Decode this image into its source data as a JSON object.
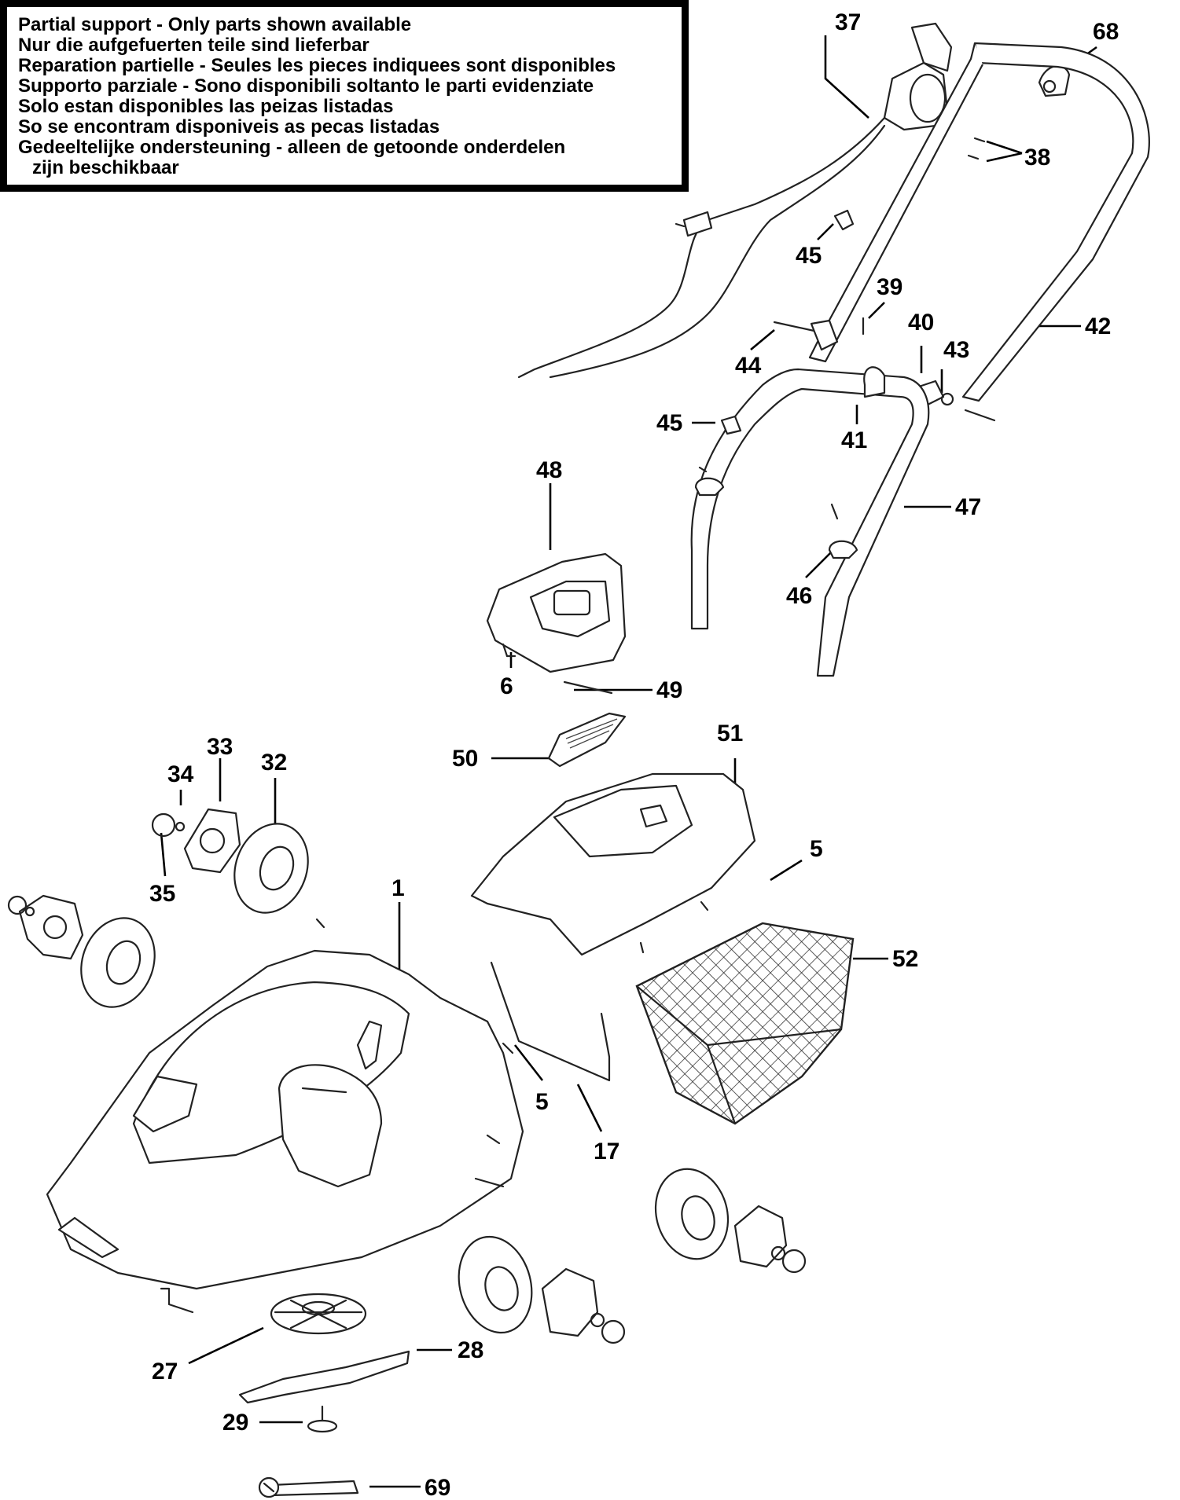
{
  "notice": {
    "lines": [
      "Partial support - Only parts shown available",
      "Nur die aufgefuerten teile sind lieferbar",
      "Reparation partielle - Seules les pieces indiquees sont disponibles",
      "Supporto parziale - Sono disponibili soltanto le parti evidenziate",
      "Solo estan disponibles las peizas listadas",
      "So se encontram disponiveis as pecas listadas",
      "Gedeeltelijke ondersteuning - alleen de getoonde onderdelen",
      "zijn beschikbaar"
    ]
  },
  "parts": [
    {
      "id": "37",
      "label": "37"
    },
    {
      "id": "68",
      "label": "68"
    },
    {
      "id": "38",
      "label": "38"
    },
    {
      "id": "45a",
      "label": "45"
    },
    {
      "id": "39",
      "label": "39"
    },
    {
      "id": "40",
      "label": "40"
    },
    {
      "id": "43",
      "label": "43"
    },
    {
      "id": "42",
      "label": "42"
    },
    {
      "id": "44",
      "label": "44"
    },
    {
      "id": "45b",
      "label": "45"
    },
    {
      "id": "41",
      "label": "41"
    },
    {
      "id": "47",
      "label": "47"
    },
    {
      "id": "46",
      "label": "46"
    },
    {
      "id": "48",
      "label": "48"
    },
    {
      "id": "6",
      "label": "6"
    },
    {
      "id": "49",
      "label": "49"
    },
    {
      "id": "50",
      "label": "50"
    },
    {
      "id": "51",
      "label": "51"
    },
    {
      "id": "33",
      "label": "33"
    },
    {
      "id": "34",
      "label": "34"
    },
    {
      "id": "32",
      "label": "32"
    },
    {
      "id": "35",
      "label": "35"
    },
    {
      "id": "5a",
      "label": "5"
    },
    {
      "id": "1",
      "label": "1"
    },
    {
      "id": "52",
      "label": "52"
    },
    {
      "id": "5b",
      "label": "5"
    },
    {
      "id": "17",
      "label": "17"
    },
    {
      "id": "27",
      "label": "27"
    },
    {
      "id": "28",
      "label": "28"
    },
    {
      "id": "29",
      "label": "29"
    },
    {
      "id": "69",
      "label": "69"
    }
  ]
}
